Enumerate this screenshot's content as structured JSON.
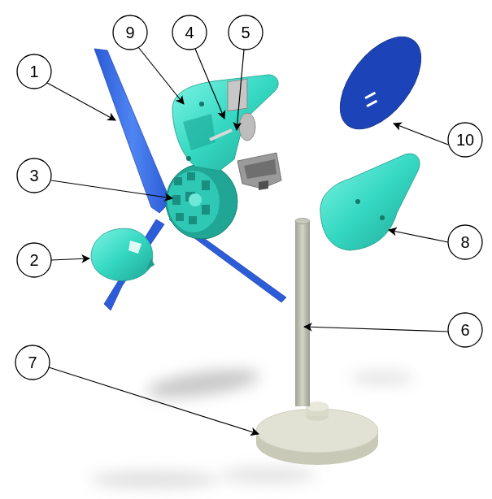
{
  "diagram": {
    "labels": [
      "1",
      "9",
      "4",
      "5",
      "10",
      "3",
      "8",
      "2",
      "6",
      "7"
    ]
  }
}
